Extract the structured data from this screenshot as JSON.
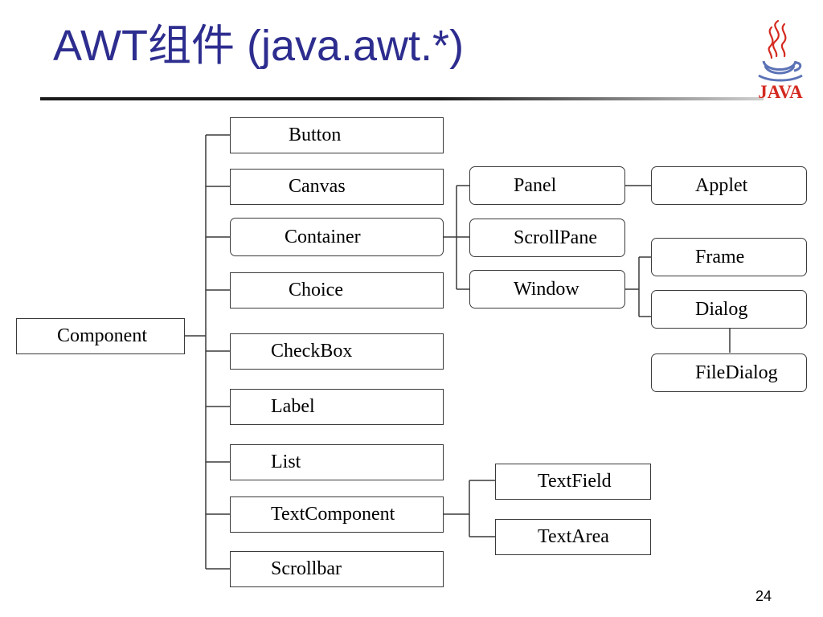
{
  "slide": {
    "title": "AWT组件 (java.awt.*)",
    "page_number": "24",
    "logo_text": "JAVA",
    "logo_icon": "java-coffee-cup-icon",
    "colors": {
      "title": "#2d2d8f",
      "logo_red": "#d42a20",
      "logo_blue": "#5b73b6"
    }
  },
  "diagram": {
    "nodes": {
      "component": "Component",
      "button": "Button",
      "canvas": "Canvas",
      "container": "Container",
      "choice": "Choice",
      "checkbox": "CheckBox",
      "label": "Label",
      "list": "List",
      "textcomponent": "TextComponent",
      "scrollbar": "Scrollbar",
      "panel": "Panel",
      "scrollpane": "ScrollPane",
      "window": "Window",
      "applet": "Applet",
      "frame": "Frame",
      "dialog": "Dialog",
      "filedialog": "FileDialog",
      "textfield": "TextField",
      "textarea": "TextArea"
    }
  }
}
